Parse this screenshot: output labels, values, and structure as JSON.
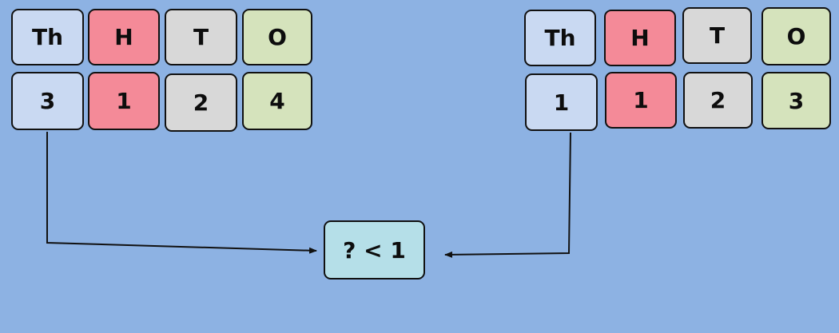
{
  "left_table": {
    "headers": [
      "Th",
      "H",
      "T",
      "O"
    ],
    "digits": [
      "3",
      "1",
      "2",
      "4"
    ]
  },
  "right_table": {
    "headers": [
      "Th",
      "H",
      "T",
      "O"
    ],
    "digits": [
      "1",
      "1",
      "2",
      "3"
    ]
  },
  "comparison": {
    "text": "? < 1"
  },
  "colors": {
    "background": "#8db2e3",
    "thousands": "#c9d9f2",
    "hundreds": "#f48a98",
    "tens": "#d8d8d8",
    "ones": "#d5e3bc",
    "result": "#b5dfe8",
    "outline": "#111111"
  }
}
